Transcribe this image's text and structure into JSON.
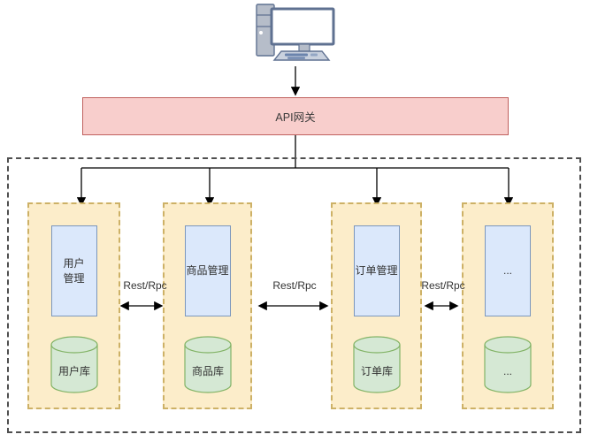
{
  "diagram": {
    "gateway": {
      "label": "API网关"
    },
    "groups": [
      {
        "service": "用户\n管理",
        "database": "用户库"
      },
      {
        "service": "商品管理",
        "database": "商品库"
      },
      {
        "service": "订单管理",
        "database": "订单库"
      },
      {
        "service": "...",
        "database": "..."
      }
    ],
    "rpc_links": [
      {
        "label": "Rest/Rpc"
      },
      {
        "label": "Rest/Rpc"
      },
      {
        "label": "Rest/Rpc"
      }
    ],
    "colors": {
      "gateway_fill": "#f8cecc",
      "gateway_stroke": "#c0615e",
      "group_fill": "#fcedca",
      "group_stroke": "#cdb166",
      "service_fill": "#dbe8fb",
      "service_stroke": "#7b97bd",
      "database_fill": "#d5e8d4",
      "database_stroke": "#82b366",
      "boundary_stroke": "#4f4f4f",
      "connector": "#000000"
    }
  }
}
